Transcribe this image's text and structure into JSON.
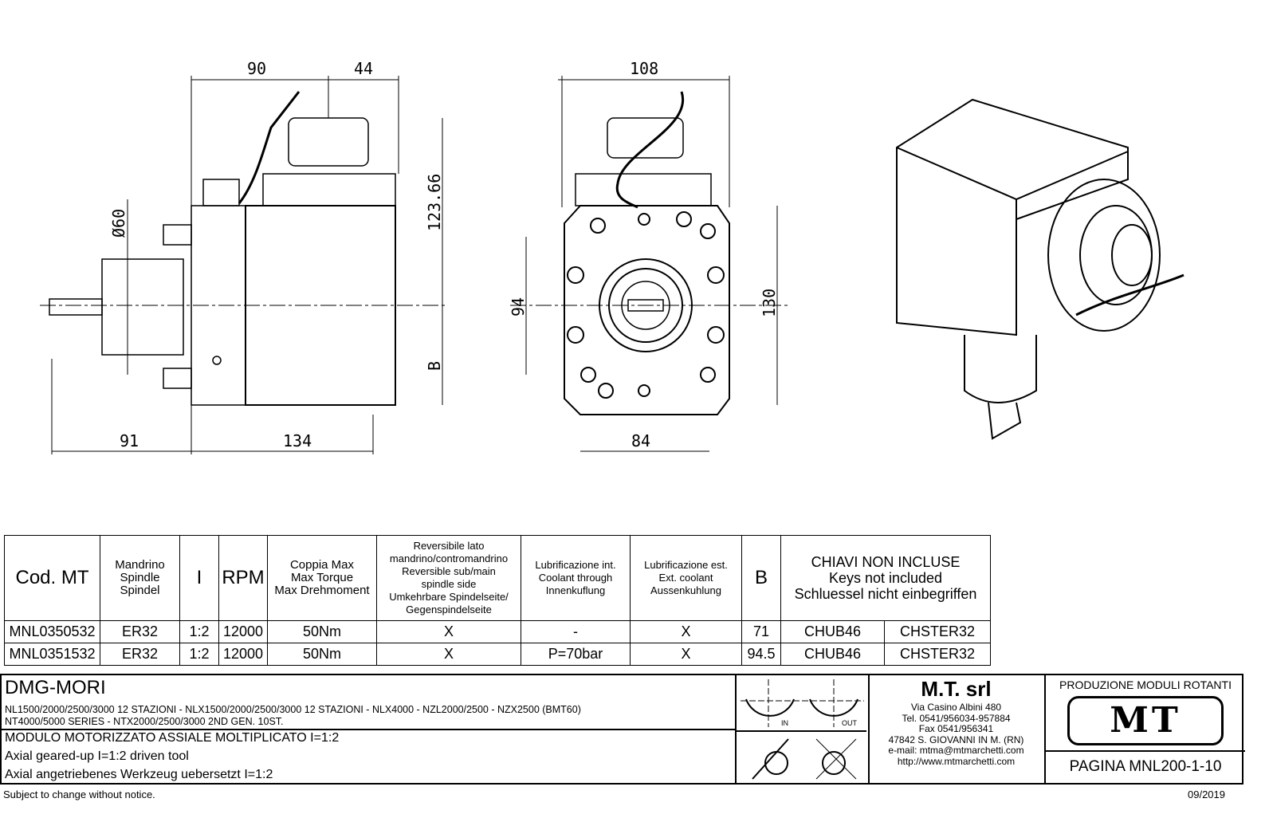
{
  "dimensions": {
    "side_top_left": "90",
    "side_top_right": "44",
    "side_height": "123.66",
    "side_diameter": "Ø60",
    "side_b": "B",
    "side_bottom_left": "91",
    "side_bottom_right": "134",
    "front_top": "108",
    "front_left": "94",
    "front_right": "130",
    "front_bottom": "84"
  },
  "table": {
    "headers": [
      "Cod. MT",
      "Mandrino\nSpindle\nSpindel",
      "I",
      "RPM",
      "Coppia Max\nMax Torque\nMax Drehmoment",
      "Reversibile lato\nmandrino/contromandrino\nReversible sub/main\nspindle side\nUmkehrbare Spindelseite/\nGegenspindelseite",
      "Lubrificazione int.\nCoolant through\nInnenkuflung",
      "Lubrificazione est.\nExt. coolant\nAussenkuhlung",
      "B",
      "CHIAVI NON INCLUSE\nKeys not included\nSchluessel nicht einbegriffen"
    ],
    "rows": [
      [
        "MNL0350532",
        "ER32",
        "1:2",
        "12000",
        "50Nm",
        "X",
        "-",
        "X",
        "71",
        "CHUB46",
        "CHSTER32"
      ],
      [
        "MNL0351532",
        "ER32",
        "1:2",
        "12000",
        "50Nm",
        "X",
        "P=70bar",
        "X",
        "94.5",
        "CHUB46",
        "CHSTER32"
      ]
    ]
  },
  "title_block": {
    "brand": "DMG-MORI",
    "machines_1": "NL1500/2000/2500/3000 12 STAZIONI - NLX1500/2000/2500/3000 12 STAZIONI - NLX4000 - NZL2000/2500 - NZX2500 (BMT60)",
    "machines_2": "NT4000/5000 SERIES - NTX2000/2500/3000 2ND GEN. 10ST.",
    "desc_it": "MODULO MOTORIZZATO ASSIALE MOLTIPLICATO I=1:2",
    "desc_en": "Axial geared-up I=1:2 driven tool",
    "desc_de": "Axial angetriebenes Werkzeug uebersetzt I=1:2",
    "rot_in": "IN",
    "rot_out": "OUT",
    "company": "M.T. srl",
    "address": [
      "Via Casino Albini 480",
      "Tel. 0541/956034-957884",
      "Fax 0541/956341",
      "47842 S. GIOVANNI IN M. (RN)",
      "e-mail: mtma@mtmarchetti.com",
      "http://www.mtmarchetti.com"
    ],
    "production": "PRODUZIONE MODULI ROTANTI",
    "logo": "MT",
    "page": "PAGINA MNL200-1-10"
  },
  "footer": {
    "notice": "Subject to change without notice.",
    "date": "09/2019"
  }
}
